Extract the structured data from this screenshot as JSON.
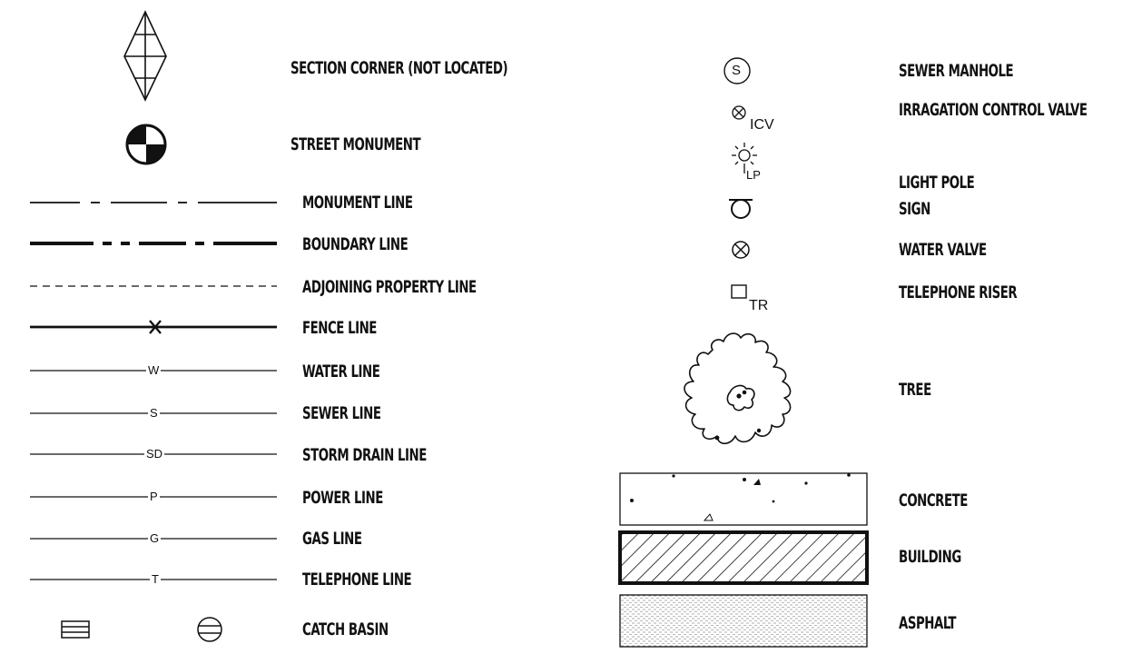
{
  "left_labels": {
    "section_corner": "SECTION CORNER (NOT LOCATED)",
    "street_monument": "STREET MONUMENT",
    "monument_line": "MONUMENT LINE",
    "boundary_line": "BOUNDARY LINE",
    "adjoining_property_line": "ADJOINING PROPERTY LINE",
    "fence_line": "FENCE LINE",
    "water_line": "WATER LINE",
    "sewer_line": "SEWER LINE",
    "storm_drain_line": "STORM DRAIN LINE",
    "power_line": "POWER LINE",
    "gas_line": "GAS LINE",
    "telephone_line": "TELEPHONE LINE",
    "catch_basin": "CATCH BASIN"
  },
  "line_codes": {
    "water": "W",
    "sewer": "S",
    "storm_drain": "SD",
    "power": "P",
    "gas": "G",
    "telephone": "T"
  },
  "right_labels": {
    "sewer_manhole": "SEWER MANHOLE",
    "irrigation_control_valve": "IRRAGATION CONTROL VALVE",
    "light_pole": "LIGHT POLE",
    "sign": "SIGN",
    "water_valve": "WATER VALVE",
    "telephone_riser": "TELEPHONE RISER",
    "tree": "TREE",
    "concrete": "CONCRETE",
    "building": "BUILDING",
    "asphalt": "ASPHALT"
  },
  "symbol_text": {
    "sewer_manhole": "S",
    "irrigation_control_valve": "ICV",
    "light_pole": "LP",
    "telephone_riser": "TR"
  }
}
